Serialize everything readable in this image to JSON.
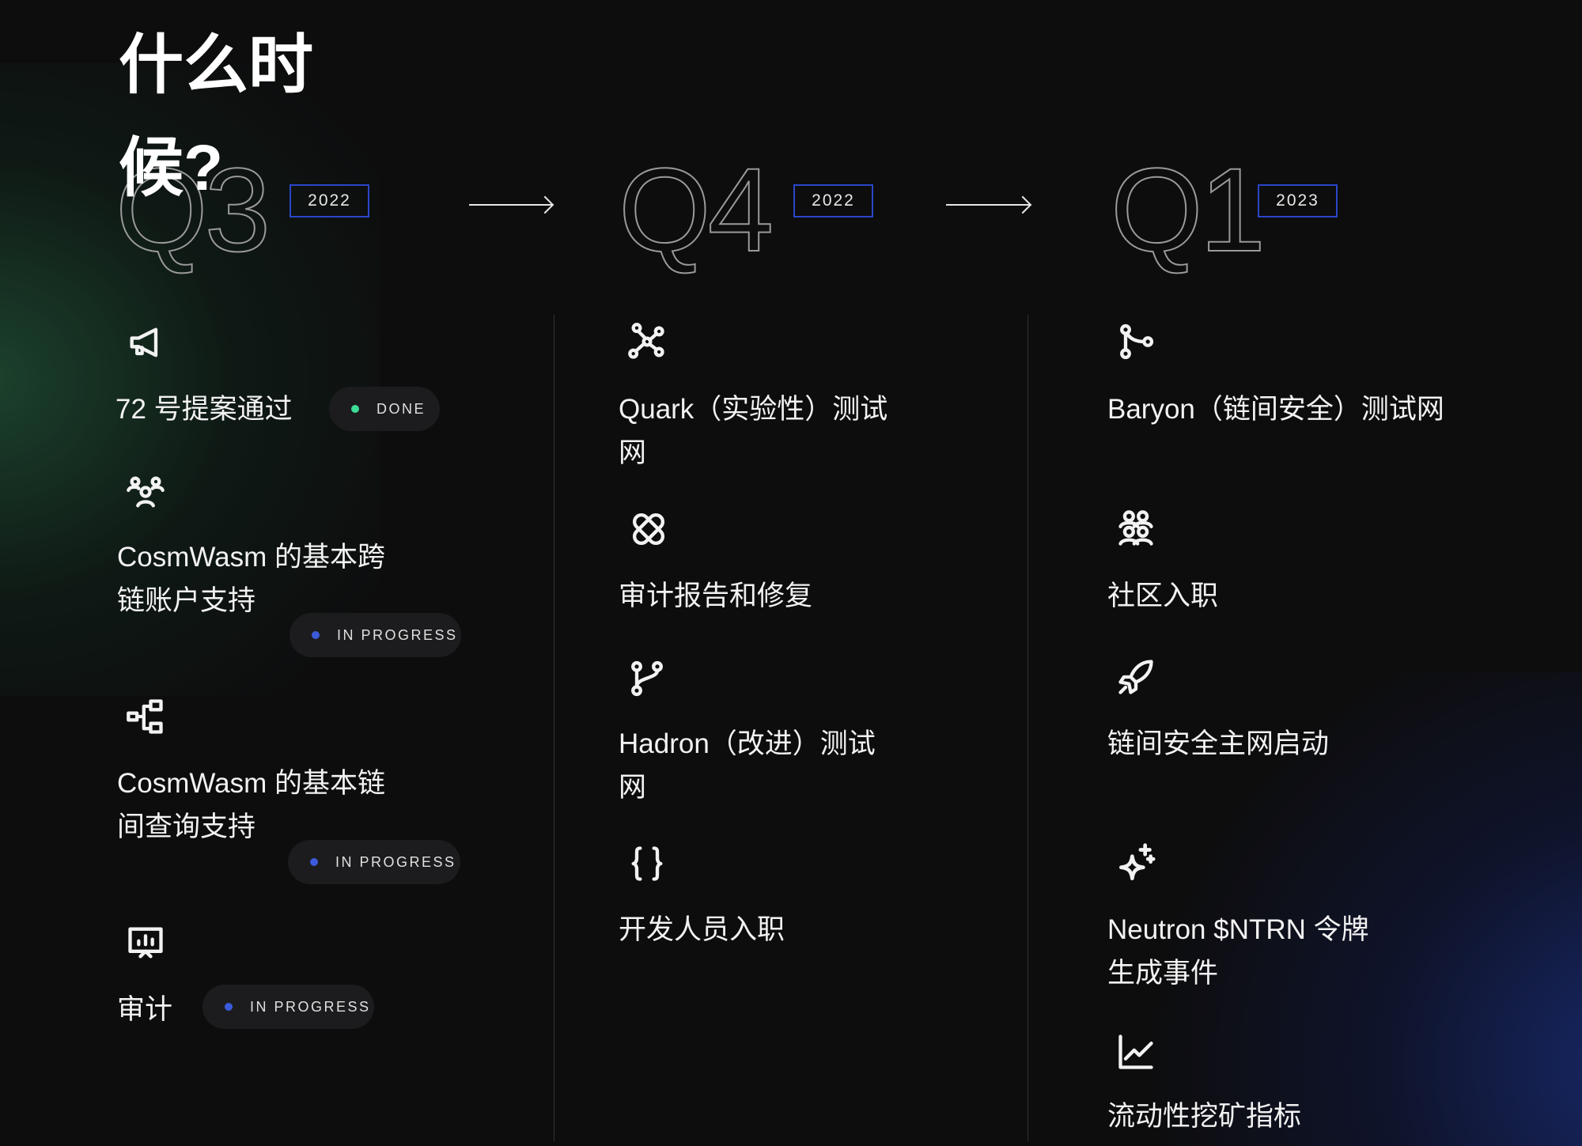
{
  "title_line1": "什么时",
  "title_line2": "候?",
  "colors": {
    "done": "#3ddc97",
    "in_progress": "#3b5bdb",
    "year_border": "#2a46c8"
  },
  "quarters": [
    {
      "label": "Q3",
      "year": "2022"
    },
    {
      "label": "Q4",
      "year": "2022"
    },
    {
      "label": "Q1",
      "year": "2023"
    }
  ],
  "columns": [
    {
      "items": [
        {
          "icon": "megaphone-icon",
          "text": "72 号提案通过",
          "status": "DONE"
        },
        {
          "icon": "users-icon",
          "text_line1": "CosmWasm 的基本跨",
          "text_line2": "链账户支持",
          "status": "IN PROGRESS"
        },
        {
          "icon": "hierarchy-icon",
          "text_line1": "CosmWasm 的基本链",
          "text_line2": "间查询支持",
          "status": "IN PROGRESS"
        },
        {
          "icon": "presentation-chart-icon",
          "text": "审计",
          "status": "IN PROGRESS"
        }
      ]
    },
    {
      "items": [
        {
          "icon": "network-nodes-icon",
          "text_line1": "Quark（实验性）测试",
          "text_line2": "网"
        },
        {
          "icon": "bandage-icon",
          "text": "审计报告和修复"
        },
        {
          "icon": "git-fork-icon",
          "text_line1": "Hadron（改进）测试",
          "text_line2": "网"
        },
        {
          "icon": "code-braces-icon",
          "text": "开发人员入职"
        }
      ]
    },
    {
      "items": [
        {
          "icon": "git-merge-icon",
          "text": "Baryon（链间安全）测试网"
        },
        {
          "icon": "community-icon",
          "text": "社区入职"
        },
        {
          "icon": "rocket-icon",
          "text": "链间安全主网启动"
        },
        {
          "icon": "sparkles-icon",
          "text_line1": "Neutron $NTRN 令牌",
          "text_line2": "生成事件"
        },
        {
          "icon": "line-chart-icon",
          "text": "流动性挖矿指标"
        }
      ]
    }
  ]
}
